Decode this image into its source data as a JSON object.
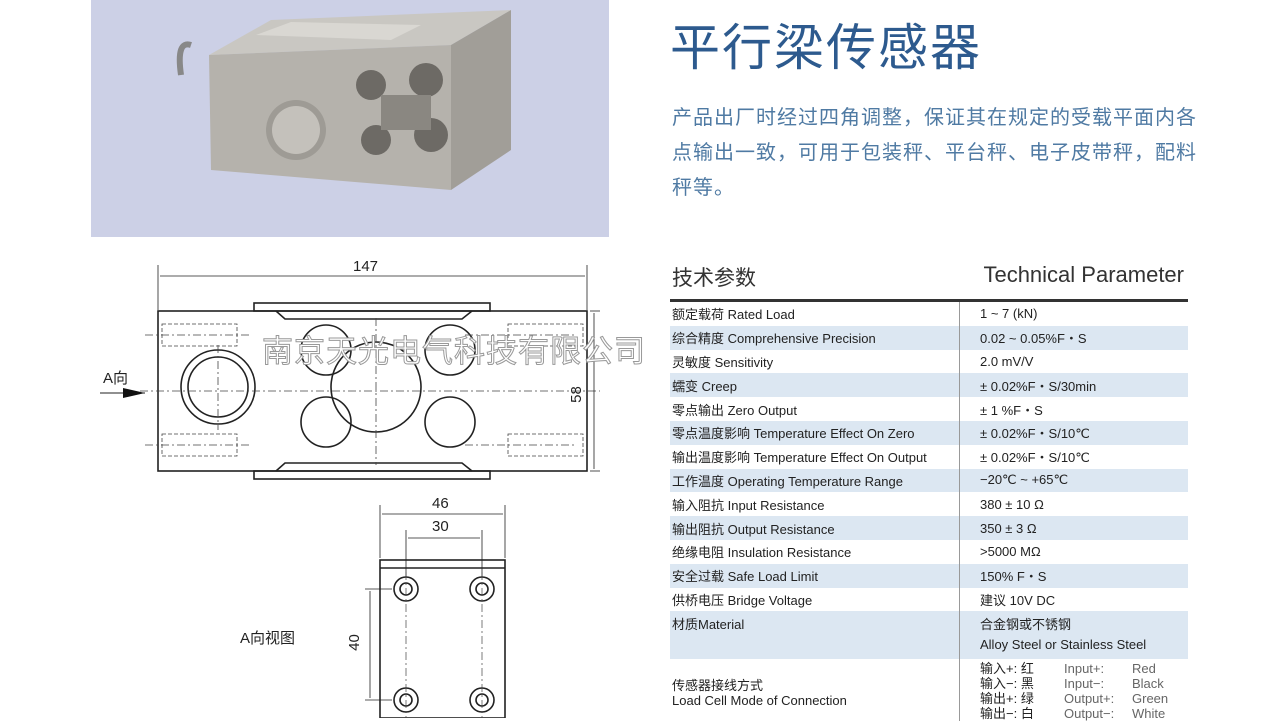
{
  "header": {
    "title": "平行梁传感器",
    "description": "产品出厂时经过四角调整，保证其在规定的受载平面内各点输出一致，可用于包装秤、平台秤、电子皮带秤，配料秤等。"
  },
  "section": {
    "title_zh": "技术参数",
    "title_en": "Technical Parameter"
  },
  "params": [
    {
      "label": "额定载荷 Rated Load",
      "value": "1 ~ 7 (kN)"
    },
    {
      "label": "综合精度 Comprehensive Precision",
      "value": "0.02 ~ 0.05%F・S"
    },
    {
      "label": "灵敏度 Sensitivity",
      "value": "2.0 mV/V"
    },
    {
      "label": "蠕变 Creep",
      "value": "± 0.02%F・S/30min"
    },
    {
      "label": "零点输出 Zero Output",
      "value": "± 1 %F・S"
    },
    {
      "label": "零点温度影响 Temperature Effect On Zero",
      "value": "± 0.02%F・S/10℃"
    },
    {
      "label": "输出温度影响 Temperature Effect On Output",
      "value": "± 0.02%F・S/10℃"
    },
    {
      "label": "工作温度 Operating Temperature Range",
      "value": "−20℃ ~ +65℃"
    },
    {
      "label": "输入阻抗 Input Resistance",
      "value": "380 ± 10 Ω"
    },
    {
      "label": "输出阻抗 Output Resistance",
      "value": "350 ± 3 Ω"
    },
    {
      "label": "绝缘电阻 Insulation Resistance",
      "value": ">5000 MΩ"
    },
    {
      "label": "安全过载 Safe Load Limit",
      "value": "150% F・S"
    },
    {
      "label": "供桥电压 Bridge Voltage",
      "value": "建议 10V  DC"
    }
  ],
  "material": {
    "label": "材质Material",
    "value_zh": "合金钢或不锈钢",
    "value_en": "Alloy Steel or Stainless Steel"
  },
  "connection": {
    "label_zh": "传感器接线方式",
    "label_en": "Load Cell Mode of Connection",
    "wires": [
      {
        "zh": "输入+:  红",
        "en": "Input+:",
        "color": "Red"
      },
      {
        "zh": "输入−:  黑",
        "en": "Input−:",
        "color": "Black"
      },
      {
        "zh": "输出+:  绿",
        "en": "Output+:",
        "color": "Green"
      },
      {
        "zh": "输出−:  白",
        "en": "Output−:",
        "color": "White"
      }
    ]
  },
  "drawing": {
    "length": "147",
    "height": "58",
    "width": "46",
    "hole_spacing_x": "30",
    "hole_spacing_y": "40",
    "direction_label": "A向",
    "view_label": "A向视图"
  },
  "watermark": "南京天光电气科技有限公司"
}
